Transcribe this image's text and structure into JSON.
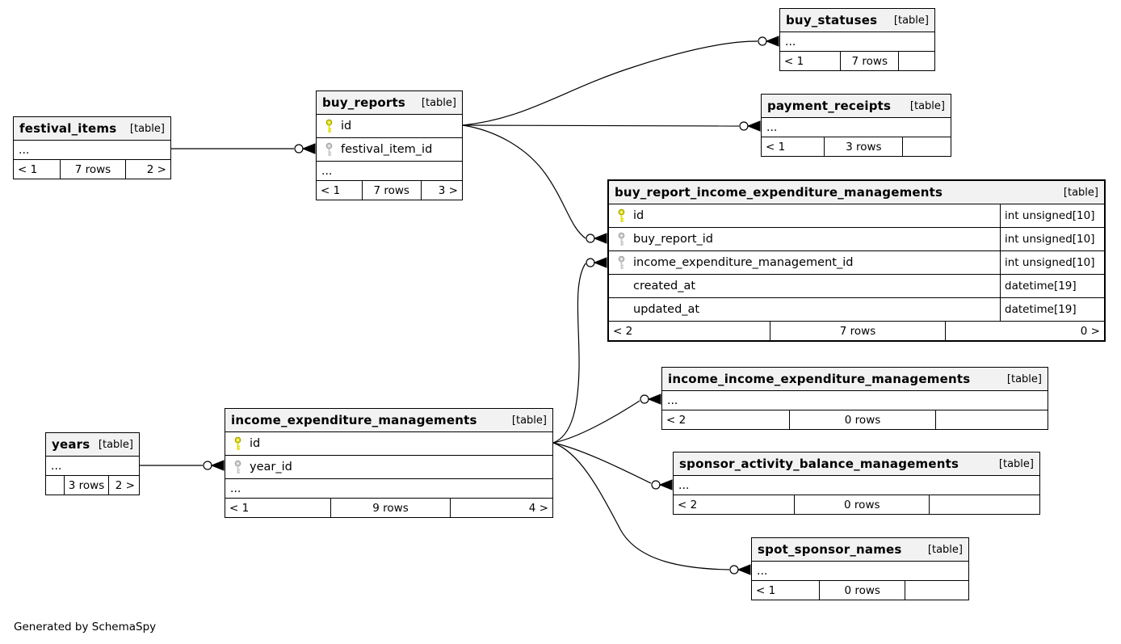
{
  "diagram": {
    "credit": "Generated by SchemaSpy",
    "accent_colors": {
      "header_bg": "#f2f2f2",
      "primary_key": "#e0df00",
      "foreign_key": "#c8c8c8",
      "line": "#000000"
    }
  },
  "tables": [
    {
      "id": "festival_items",
      "name": "festival_items",
      "tag": "[table]",
      "ellipsis": "...",
      "columns": [],
      "footer": {
        "left": "< 1",
        "center": "7 rows",
        "right": "2 >"
      }
    },
    {
      "id": "buy_reports",
      "name": "buy_reports",
      "tag": "[table]",
      "ellipsis": "...",
      "columns": [
        {
          "key": "pk",
          "name": "id",
          "type": ""
        },
        {
          "key": "fk",
          "name": "festival_item_id",
          "type": ""
        }
      ],
      "footer": {
        "left": "< 1",
        "center": "7 rows",
        "right": "3 >"
      }
    },
    {
      "id": "buy_statuses",
      "name": "buy_statuses",
      "tag": "[table]",
      "ellipsis": "...",
      "columns": [],
      "footer": {
        "left": "< 1",
        "center": "7 rows",
        "right": ""
      }
    },
    {
      "id": "payment_receipts",
      "name": "payment_receipts",
      "tag": "[table]",
      "ellipsis": "...",
      "columns": [],
      "footer": {
        "left": "< 1",
        "center": "3 rows",
        "right": ""
      }
    },
    {
      "id": "buy_report_income_expenditure_managements",
      "name": "buy_report_income_expenditure_managements",
      "tag": "[table]",
      "ellipsis": null,
      "columns": [
        {
          "key": "pk",
          "name": "id",
          "type": "int unsigned[10]"
        },
        {
          "key": "fk",
          "name": "buy_report_id",
          "type": "int unsigned[10]"
        },
        {
          "key": "fk",
          "name": "income_expenditure_management_id",
          "type": "int unsigned[10]"
        },
        {
          "key": "",
          "name": "created_at",
          "type": "datetime[19]"
        },
        {
          "key": "",
          "name": "updated_at",
          "type": "datetime[19]"
        }
      ],
      "footer": {
        "left": "< 2",
        "center": "7 rows",
        "right": "0 >"
      }
    },
    {
      "id": "income_income_expenditure_managements",
      "name": "income_income_expenditure_managements",
      "tag": "[table]",
      "ellipsis": "...",
      "columns": [],
      "footer": {
        "left": "< 2",
        "center": "0 rows",
        "right": ""
      }
    },
    {
      "id": "sponsor_activity_balance_managements",
      "name": "sponsor_activity_balance_managements",
      "tag": "[table]",
      "ellipsis": "...",
      "columns": [],
      "footer": {
        "left": "< 2",
        "center": "0 rows",
        "right": ""
      }
    },
    {
      "id": "spot_sponsor_names",
      "name": "spot_sponsor_names",
      "tag": "[table]",
      "ellipsis": "...",
      "columns": [],
      "footer": {
        "left": "< 1",
        "center": "0 rows",
        "right": ""
      }
    },
    {
      "id": "income_expenditure_managements",
      "name": "income_expenditure_managements",
      "tag": "[table]",
      "ellipsis": "...",
      "columns": [
        {
          "key": "pk",
          "name": "id",
          "type": ""
        },
        {
          "key": "fk",
          "name": "year_id",
          "type": ""
        }
      ],
      "footer": {
        "left": "< 1",
        "center": "9 rows",
        "right": "4 >"
      }
    },
    {
      "id": "years",
      "name": "years",
      "tag": "[table]",
      "ellipsis": "...",
      "columns": [],
      "footer": {
        "left": "",
        "center": "3 rows",
        "right": "2 >"
      }
    }
  ],
  "relationships": [
    {
      "parent": "festival_items",
      "child": "buy_reports",
      "child_column": "festival_item_id"
    },
    {
      "parent": "buy_reports",
      "child": "buy_statuses",
      "child_column": "..."
    },
    {
      "parent": "buy_reports",
      "child": "payment_receipts",
      "child_column": "..."
    },
    {
      "parent": "buy_reports",
      "child": "buy_report_income_expenditure_managements",
      "child_column": "buy_report_id"
    },
    {
      "parent": "years",
      "child": "income_expenditure_managements",
      "child_column": "year_id"
    },
    {
      "parent": "income_expenditure_managements",
      "child": "buy_report_income_expenditure_managements",
      "child_column": "income_expenditure_management_id"
    },
    {
      "parent": "income_expenditure_managements",
      "child": "income_income_expenditure_managements",
      "child_column": "..."
    },
    {
      "parent": "income_expenditure_managements",
      "child": "sponsor_activity_balance_managements",
      "child_column": "..."
    },
    {
      "parent": "income_expenditure_managements",
      "child": "spot_sponsor_names",
      "child_column": "..."
    }
  ]
}
